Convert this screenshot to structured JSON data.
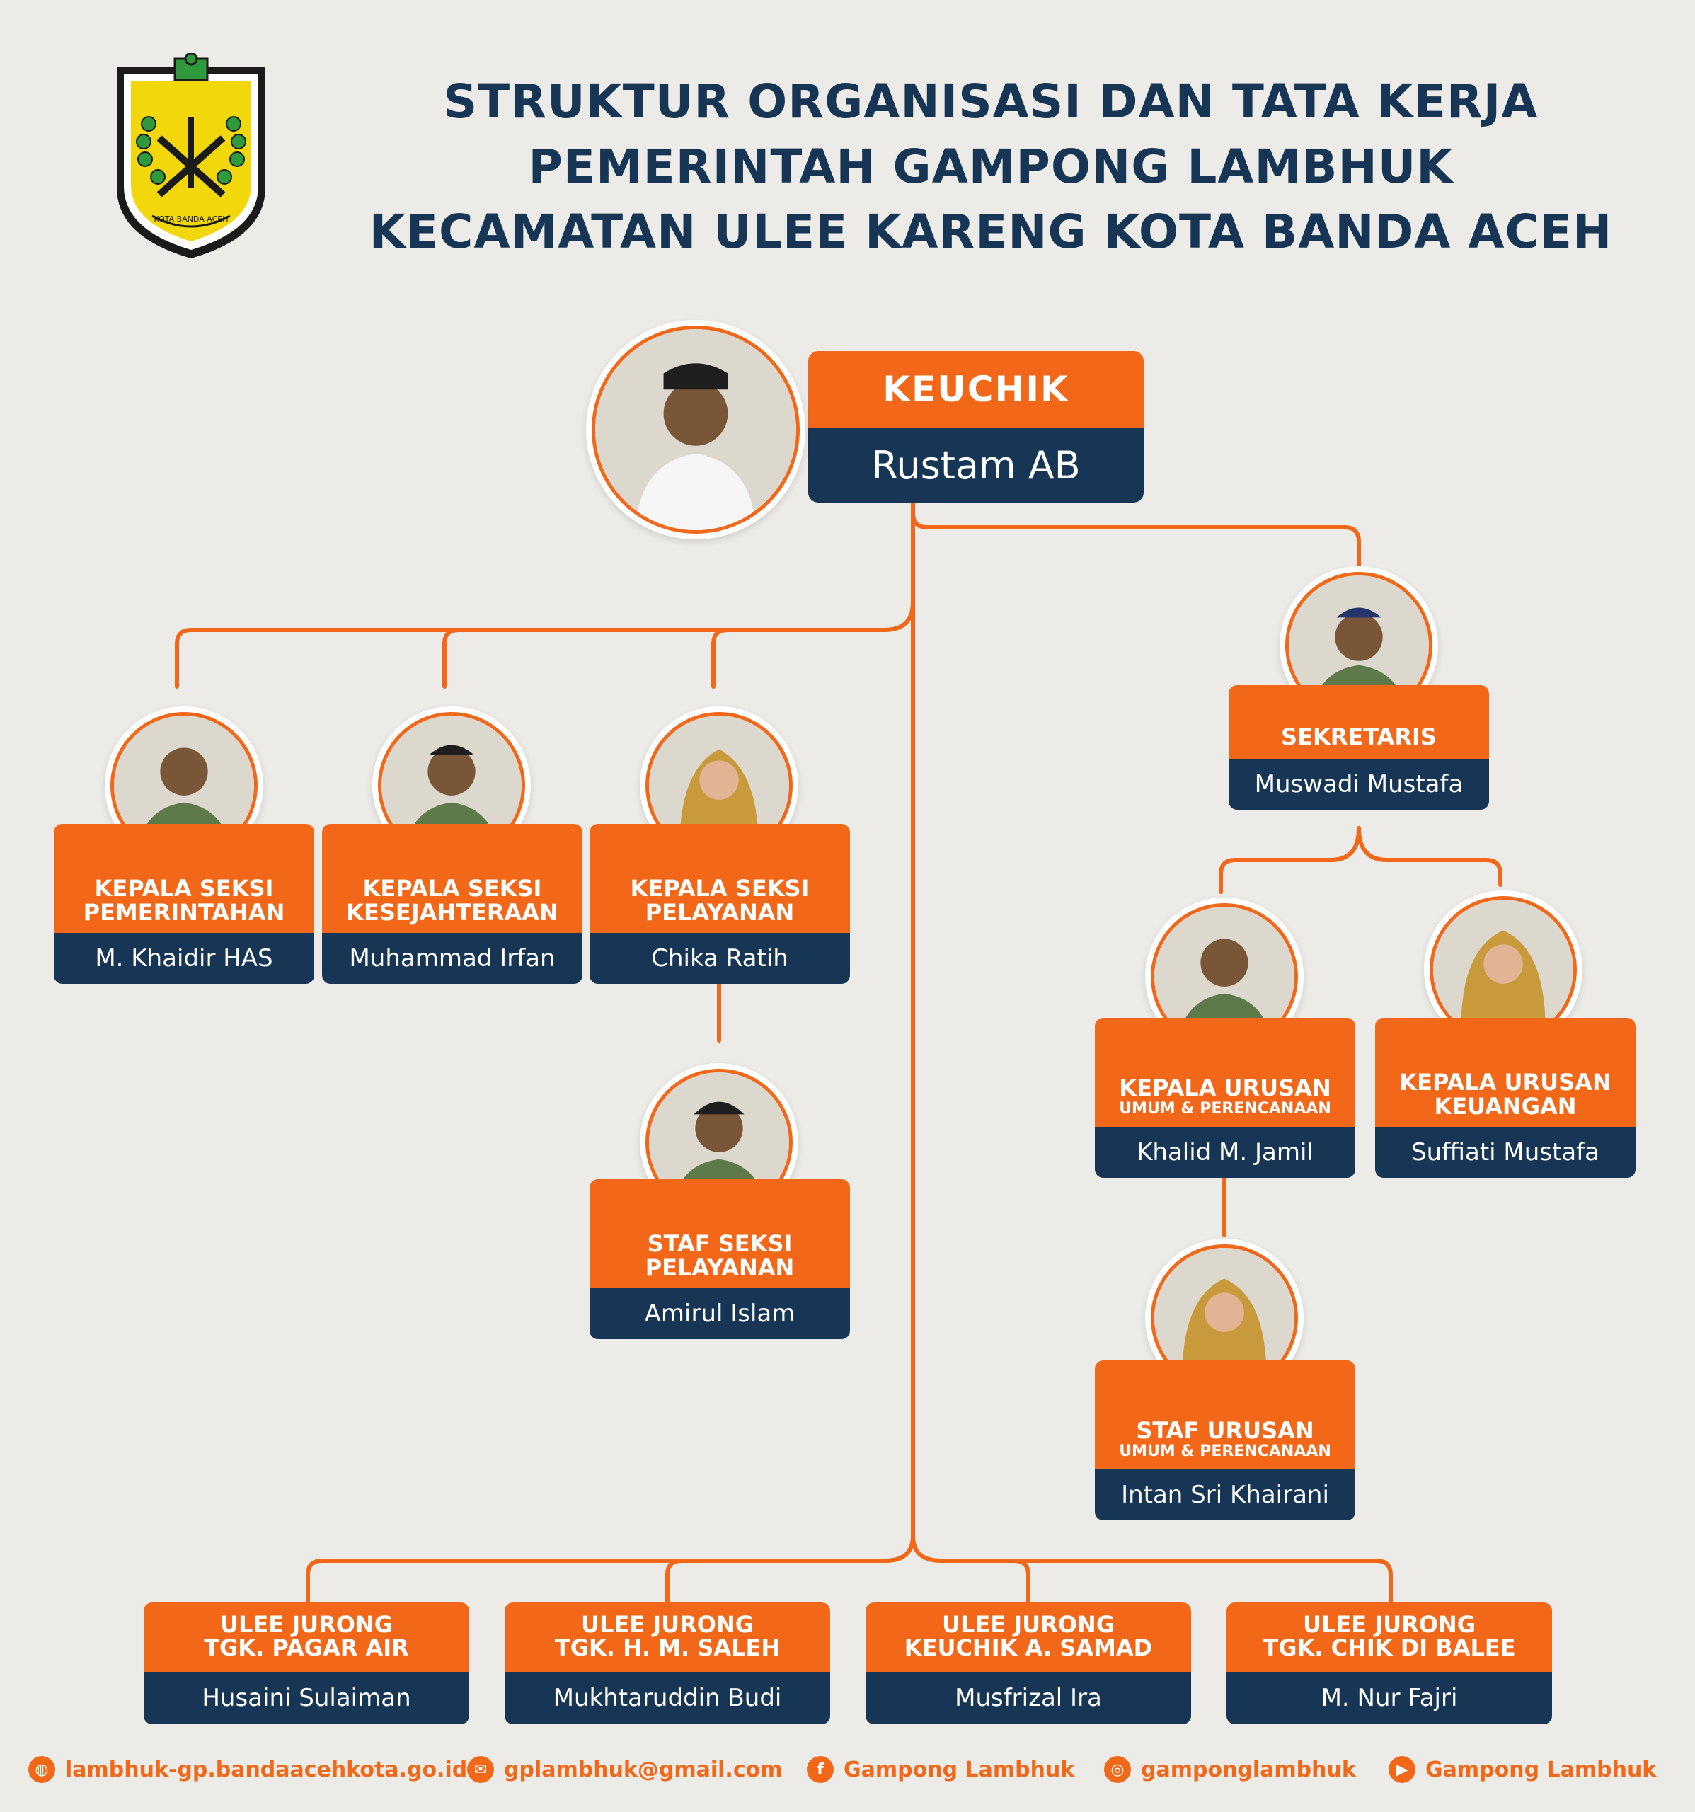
{
  "header": {
    "title_lines": [
      "STRUKTUR ORGANISASI DAN TATA KERJA",
      "PEMERINTAH GAMPONG LAMBHUK",
      "KECAMATAN ULEE KARENG KOTA BANDA ACEH"
    ],
    "logo_text": "KOTA BANDA ACEH"
  },
  "colors": {
    "orange": "#f26818",
    "navy": "#173554",
    "background": "#ecebe7"
  },
  "keuchik": {
    "role": "KEUCHIK",
    "name": "Rustam AB"
  },
  "sekretaris": {
    "role": "SEKRETARIS",
    "name": "Muswadi Mustafa"
  },
  "seksi": [
    {
      "role_lines": [
        "KEPALA SEKSI",
        "PEMERINTAHAN"
      ],
      "name": "M. Khaidir HAS"
    },
    {
      "role_lines": [
        "KEPALA SEKSI",
        "KESEJAHTERAAN"
      ],
      "name": "Muhammad Irfan"
    },
    {
      "role_lines": [
        "KEPALA SEKSI",
        "PELAYANAN"
      ],
      "name": "Chika Ratih"
    }
  ],
  "staf_seksi": {
    "role_lines": [
      "STAF SEKSI",
      "PELAYANAN"
    ],
    "name": "Amirul Islam"
  },
  "urusan": [
    {
      "role_lines": [
        "KEPALA URUSAN",
        "UMUM & PERENCANAAN"
      ],
      "name": "Khalid M. Jamil"
    },
    {
      "role_lines": [
        "KEPALA URUSAN",
        "KEUANGAN"
      ],
      "name": "Suffiati Mustafa"
    }
  ],
  "staf_urusan": {
    "role_lines": [
      "STAF URUSAN",
      "UMUM & PERENCANAAN"
    ],
    "name": "Intan Sri Khairani"
  },
  "jurong": [
    {
      "role_lines": [
        "ULEE JURONG",
        "TGK. PAGAR AIR"
      ],
      "name": "Husaini Sulaiman"
    },
    {
      "role_lines": [
        "ULEE JURONG",
        "TGK. H. M. SALEH"
      ],
      "name": "Mukhtaruddin Budi"
    },
    {
      "role_lines": [
        "ULEE JURONG",
        "KEUCHIK A. SAMAD"
      ],
      "name": "Musfrizal Ira"
    },
    {
      "role_lines": [
        "ULEE JURONG",
        "TGK. CHIK DI BALEE"
      ],
      "name": "M. Nur Fajri"
    }
  ],
  "footer": {
    "website": "lambhuk-gp.bandaacehkota.go.id",
    "email": "gplambhuk@gmail.com",
    "facebook": "Gampong Lambhuk",
    "instagram": "gamponglambhuk",
    "youtube": "Gampong Lambhuk"
  },
  "icons": [
    "globe-icon",
    "email-icon",
    "facebook-icon",
    "instagram-icon",
    "youtube-icon"
  ]
}
